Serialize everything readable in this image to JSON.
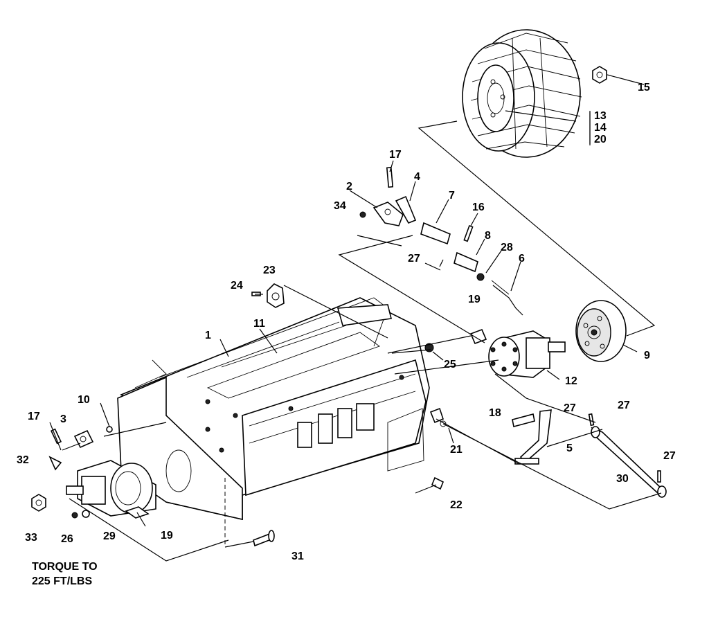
{
  "diagram": {
    "callouts": {
      "c1": "1",
      "c2": "2",
      "c3": "3",
      "c4": "4",
      "c5": "5",
      "c6": "6",
      "c7": "7",
      "c8": "8",
      "c9": "9",
      "c10": "10",
      "c11": "11",
      "c12": "12",
      "c13": "13",
      "c14": "14",
      "c15": "15",
      "c16": "16",
      "c17a": "17",
      "c17b": "17",
      "c18": "18",
      "c19a": "19",
      "c19b": "19",
      "c20": "20",
      "c21": "21",
      "c22": "22",
      "c23": "23",
      "c24": "24",
      "c25": "25",
      "c26": "26",
      "c27a": "27",
      "c27b": "27",
      "c27c": "27",
      "c27d": "27",
      "c28": "28",
      "c29": "29",
      "c30": "30",
      "c31": "31",
      "c32": "32",
      "c33": "33",
      "c34": "34"
    },
    "note": {
      "line1": "TORQUE TO",
      "line2": "225 FT/LBS"
    }
  }
}
